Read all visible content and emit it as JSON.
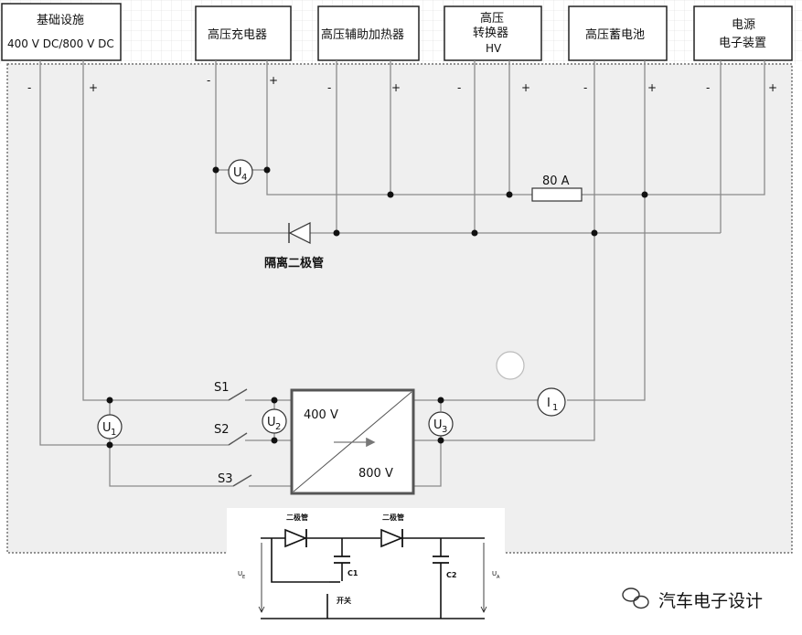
{
  "blocks": {
    "infrastructure": {
      "line1": "基础设施",
      "line2": "400 V DC/800 V DC"
    },
    "hv_charger": {
      "label": "高压充电器"
    },
    "hv_aux_heater": {
      "label": "高压辅助加热器"
    },
    "hv_converter": {
      "line1": "高压",
      "line2": "转换器",
      "line3": "HV"
    },
    "hv_battery": {
      "label": "高压蓄电池"
    },
    "power_electronics": {
      "line1": "电源",
      "line2": "电子装置"
    }
  },
  "polarity": {
    "minus": "-",
    "plus": "+"
  },
  "meters": {
    "u1": "U",
    "u1_sub": "1",
    "u2": "U",
    "u2_sub": "2",
    "u3": "U",
    "u3_sub": "3",
    "u4": "U",
    "u4_sub": "4",
    "i1": "I",
    "i1_sub": "1"
  },
  "switches": {
    "s1": "S1",
    "s2": "S2",
    "s3": "S3"
  },
  "fuse": {
    "label": "80 A"
  },
  "isolation_diode": {
    "label": "隔离二极管"
  },
  "converter_box": {
    "in_label": "400 V",
    "out_label": "800 V"
  },
  "inset": {
    "diode1_label": "二极管",
    "diode2_label": "二极管",
    "c1_label": "C1",
    "c2_label": "C2",
    "switch_label": "开关",
    "ue_label": "U",
    "ue_sub": "E",
    "ua_label": "U",
    "ua_sub": "A"
  },
  "watermark": {
    "text": "汽车电子设计"
  },
  "colors": {
    "panel_bg": "#efefef",
    "wire": "#8a8a8a",
    "grid": "#d6d6d6"
  }
}
